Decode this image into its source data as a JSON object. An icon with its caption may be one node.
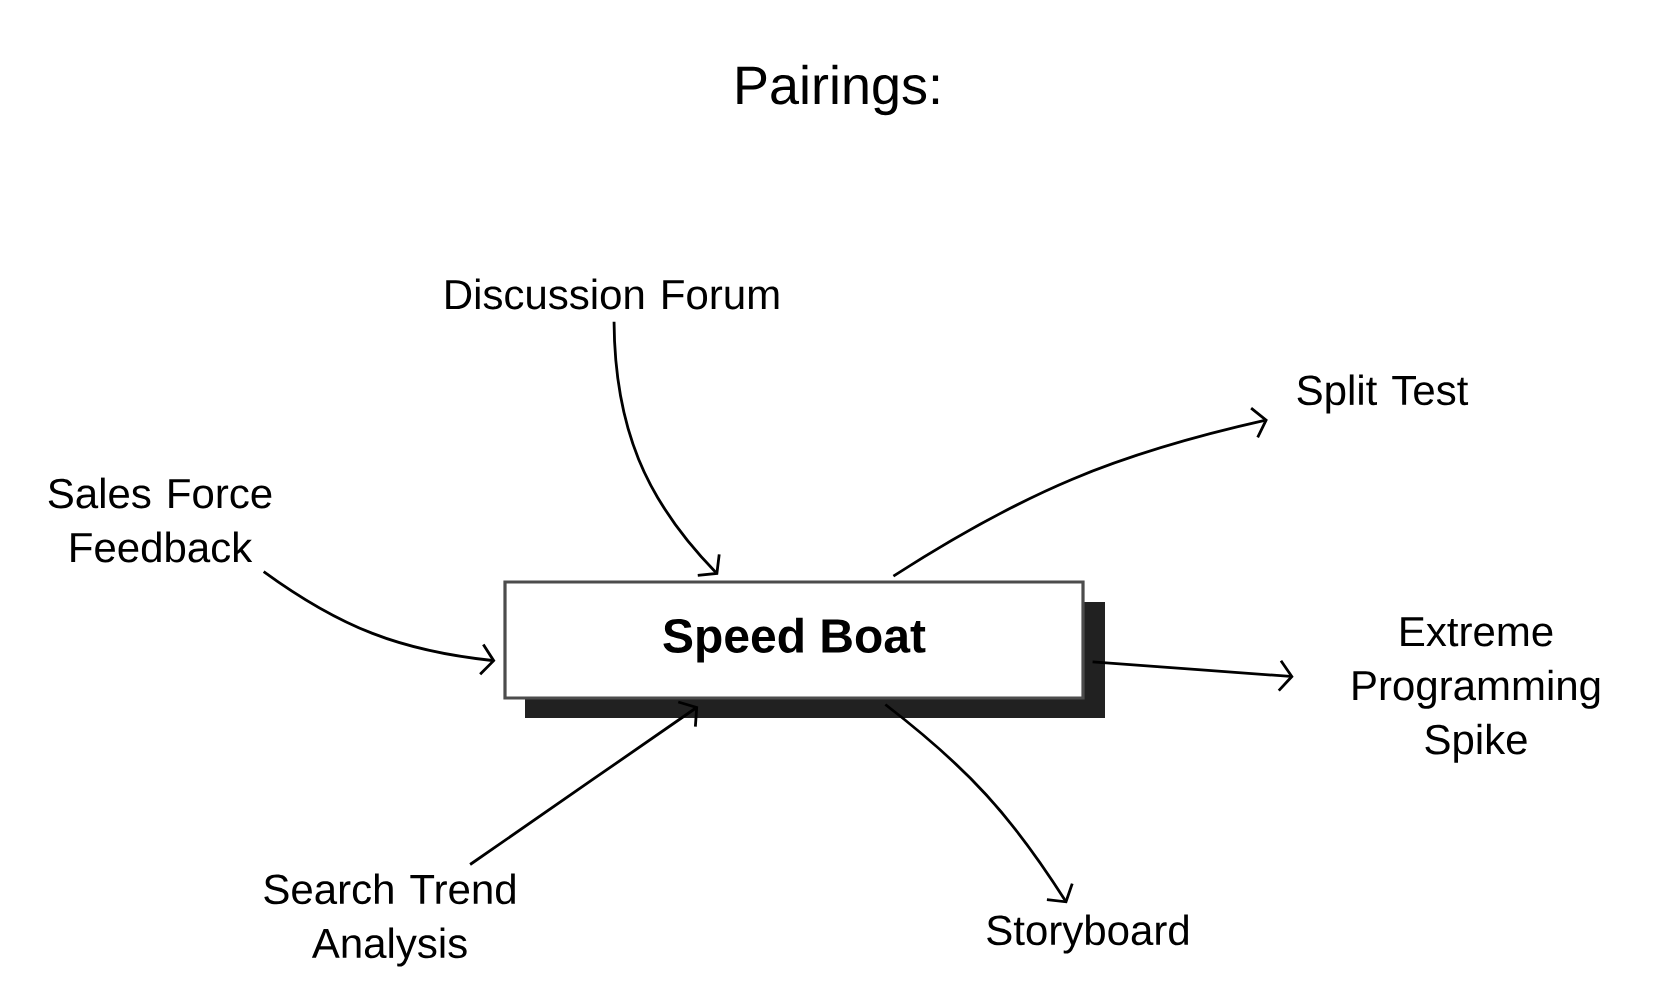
{
  "diagram": {
    "title": "Pairings:",
    "nodes": [
      {
        "text": [
          "Speed Boat"
        ]
      },
      {
        "text": [
          "Discussion Forum"
        ]
      },
      {
        "text": [
          "Sales Force Feedback"
        ]
      },
      {
        "text": [
          "Search Trend Analysis"
        ]
      },
      {
        "text": [
          "Split Test"
        ]
      },
      {
        "text": [
          "Extreme Programming Spike"
        ]
      },
      {
        "text": [
          "Storyboard"
        ]
      }
    ],
    "edges": [
      {
        "from": 1,
        "to": 0,
        "arrow": "to"
      },
      {
        "from": 2,
        "to": 0,
        "arrow": "to"
      },
      {
        "from": 3,
        "to": 0,
        "arrow": "to"
      },
      {
        "from": 0,
        "to": 4,
        "arrow": "to"
      },
      {
        "from": 0,
        "to": 5,
        "arrow": "to"
      },
      {
        "from": 0,
        "to": 6,
        "arrow": "to"
      }
    ]
  }
}
